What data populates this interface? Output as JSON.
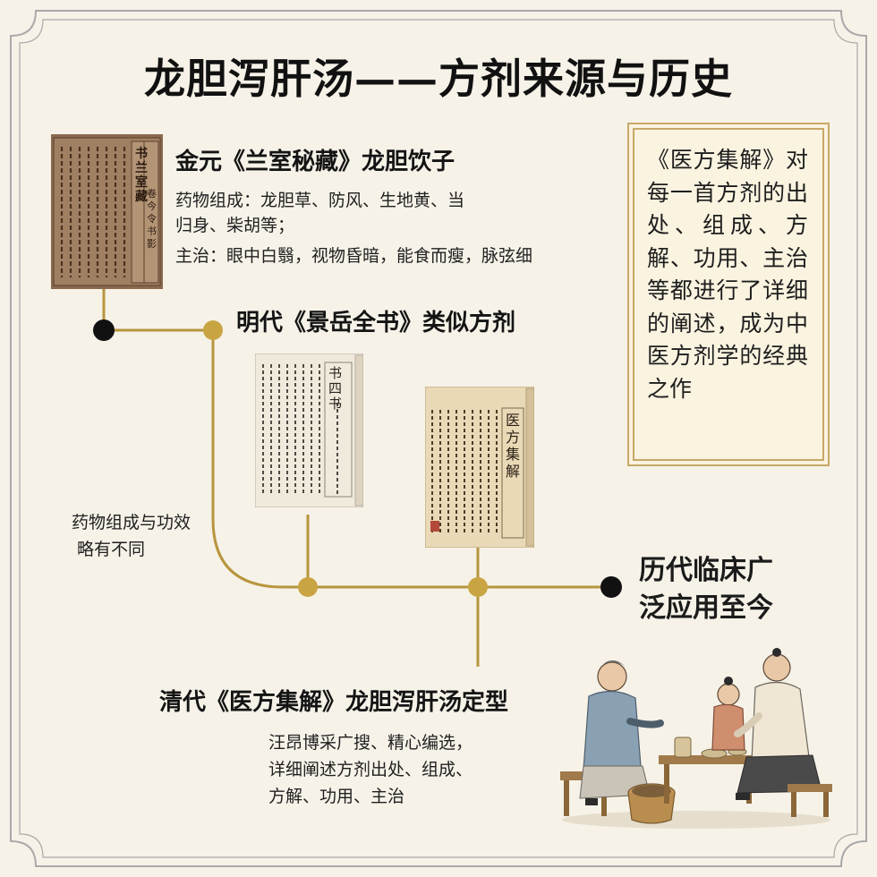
{
  "title": "龙胆泻肝汤——方剂来源与历史",
  "nodes": {
    "jinyuan": {
      "title": "金元《兰室秘藏》龙胆饮子",
      "line1": "药物组成：龙胆草、防风、生地黄、当",
      "line2": "归身、柴胡等；",
      "line3": "主治：眼中白翳，视物昏暗，能食而瘦，脉弦细"
    },
    "ming": {
      "title": "明代《景岳全书》类似方剂"
    },
    "branch_note": {
      "line1": "药物组成与功效",
      "line2": "略有不同"
    },
    "qing": {
      "title": "清代《医方集解》龙胆泻肝汤定型",
      "line1": "汪昂博采广搜、精心编选，",
      "line2": "详细阐述方剂出处、组成、",
      "line3": "方解、功用、主治"
    },
    "today": {
      "line1": "历代临床广",
      "line2": "泛应用至今"
    }
  },
  "side_box": {
    "text": "《医方集解》对每一首方剂的出处、组成、方解、功用、主治等都进行了详细的阐述，成为中医方剂学的经典之作"
  },
  "book_labels": {
    "book1_title": "书兰室藏",
    "book1_sub": "卷今令书影",
    "book2_title": "书四书",
    "book3_title": "医方集解"
  },
  "colors": {
    "line": "#b8953e",
    "node_gold": "#c9a443",
    "node_black": "#111111",
    "background": "#f6f2e8"
  }
}
